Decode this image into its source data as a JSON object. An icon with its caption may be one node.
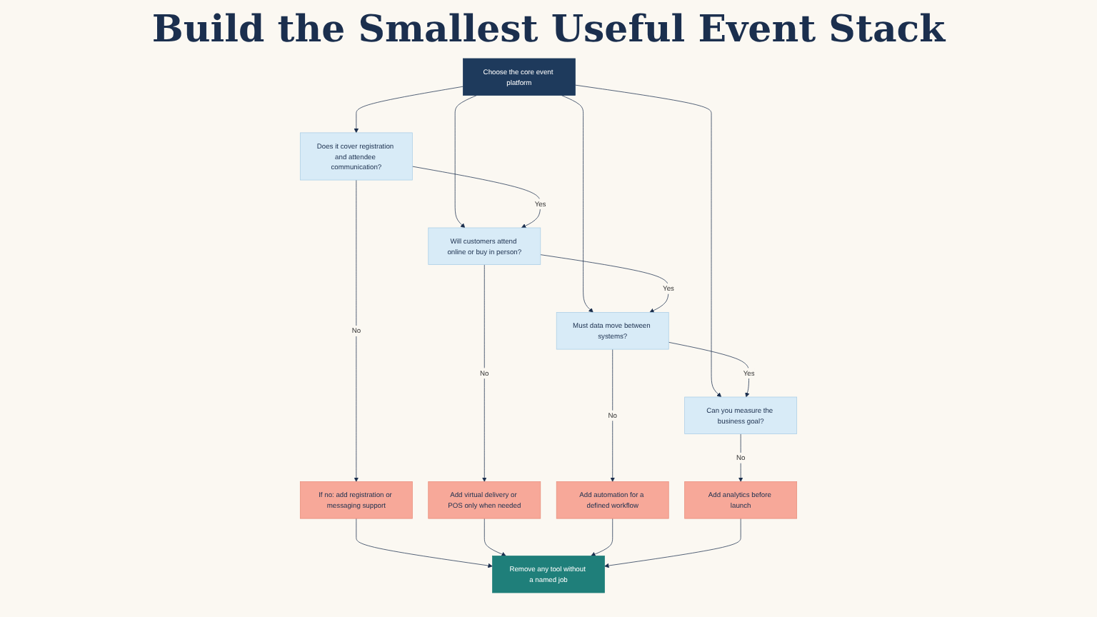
{
  "diagram": {
    "title": "Build the Smallest Useful Event Stack",
    "nodes": [
      {
        "text": [
          "Choose the core event platform"
        ]
      },
      {
        "text": [
          "Does it cover registration and attendee communication?"
        ]
      },
      {
        "text": [
          "Will customers attend online or buy in person?"
        ]
      },
      {
        "text": [
          "Must data move between systems?"
        ]
      },
      {
        "text": [
          "Can you measure the business goal?"
        ]
      },
      {
        "text": [
          "If no: add registration or messaging support"
        ]
      },
      {
        "text": [
          "Add virtual delivery or POS only when needed"
        ]
      },
      {
        "text": [
          "Add automation for a defined workflow"
        ]
      },
      {
        "text": [
          "Add analytics before launch"
        ]
      },
      {
        "text": [
          "Remove any tool without a named job"
        ]
      }
    ],
    "edges": [
      {
        "from": 0,
        "to": 1,
        "arrow": "to"
      },
      {
        "from": 0,
        "to": 2,
        "arrow": "to"
      },
      {
        "from": 0,
        "to": 3,
        "arrow": "to"
      },
      {
        "from": 0,
        "to": 4,
        "arrow": "to"
      },
      {
        "from": 1,
        "to": 2,
        "arrow": "to",
        "label": "Yes"
      },
      {
        "from": 2,
        "to": 3,
        "arrow": "to",
        "label": "Yes"
      },
      {
        "from": 3,
        "to": 4,
        "arrow": "to",
        "label": "Yes"
      },
      {
        "from": 1,
        "to": 5,
        "arrow": "to",
        "label": "No"
      },
      {
        "from": 2,
        "to": 6,
        "arrow": "to",
        "label": "No"
      },
      {
        "from": 3,
        "to": 7,
        "arrow": "to",
        "label": "No"
      },
      {
        "from": 4,
        "to": 8,
        "arrow": "to",
        "label": "No"
      },
      {
        "from": 5,
        "to": 9,
        "arrow": "to"
      },
      {
        "from": 6,
        "to": 9,
        "arrow": "to"
      },
      {
        "from": 7,
        "to": 9,
        "arrow": "to"
      },
      {
        "from": 8,
        "to": 9,
        "arrow": "to"
      }
    ]
  }
}
